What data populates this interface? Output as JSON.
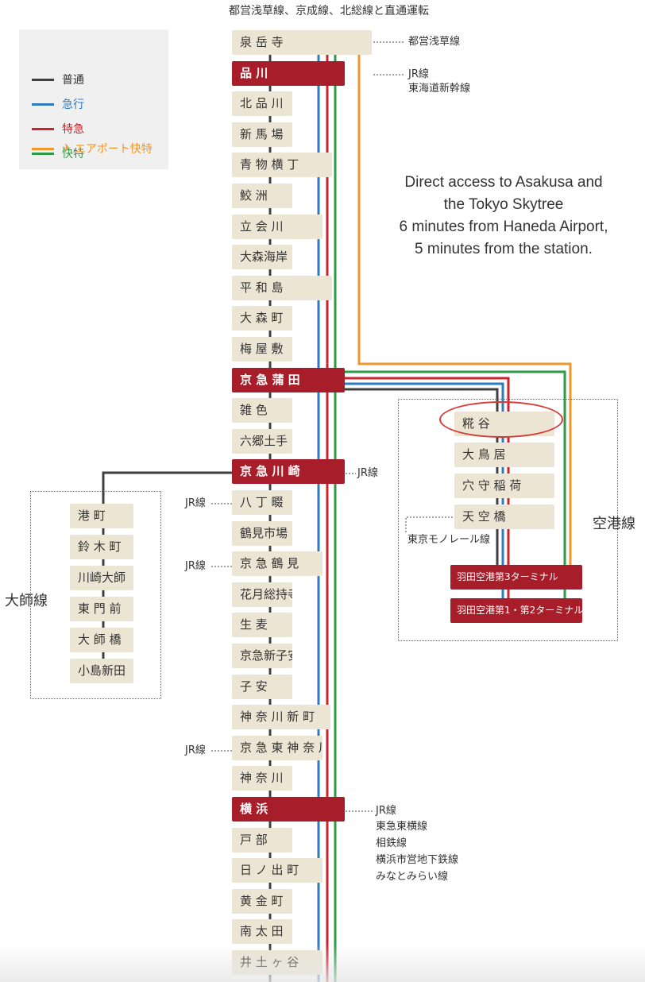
{
  "header": {
    "through_service": "都営浅草線、京成線、北総線と直通運転"
  },
  "legend": {
    "local": "普通",
    "express": "急行",
    "limited_express": "特急",
    "rapid_limited_express": "快特",
    "airport_rapid_limited_express": "エアポート快特",
    "airport_icon": "airplane-icon"
  },
  "colors": {
    "local": "#3f3f3f",
    "express": "#2e7bbf",
    "limited_express": "#c9242b",
    "rapid_limited_express": "#2e9a46",
    "airport_rapid_limited_express": "#f0962a",
    "major_station": "#a71e2a",
    "station": "#ece5d3"
  },
  "note": {
    "line1": "Direct access to Asakusa and",
    "line2": "the Tokyo Skytree",
    "line3": "6 minutes from Haneda Airport,",
    "line4": "5 minutes from the station."
  },
  "main_line": {
    "stations": [
      {
        "name": "泉 岳 寺",
        "major": false
      },
      {
        "name": "品 川",
        "major": true
      },
      {
        "name": "北 品 川",
        "major": false
      },
      {
        "name": "新 馬 場",
        "major": false
      },
      {
        "name": "青 物 横 丁",
        "major": false
      },
      {
        "name": "鮫 洲",
        "major": false
      },
      {
        "name": "立 会 川",
        "major": false
      },
      {
        "name": "大森海岸",
        "major": false
      },
      {
        "name": "平 和 島",
        "major": false
      },
      {
        "name": "大 森 町",
        "major": false
      },
      {
        "name": "梅 屋 敷",
        "major": false
      },
      {
        "name": "京 急 蒲 田",
        "major": true
      },
      {
        "name": "雑 色",
        "major": false
      },
      {
        "name": "六郷土手",
        "major": false
      },
      {
        "name": "京 急 川 崎",
        "major": true
      },
      {
        "name": "八 丁 畷",
        "major": false
      },
      {
        "name": "鶴見市場",
        "major": false
      },
      {
        "name": "京 急 鶴 見",
        "major": false
      },
      {
        "name": "花月総持寺",
        "major": false
      },
      {
        "name": "生 麦",
        "major": false
      },
      {
        "name": "京急新子安",
        "major": false
      },
      {
        "name": "子 安",
        "major": false
      },
      {
        "name": "神 奈 川 新 町",
        "major": false
      },
      {
        "name": "京 急 東 神 奈 川",
        "major": false
      },
      {
        "name": "神 奈 川",
        "major": false
      },
      {
        "name": "横 浜",
        "major": true
      },
      {
        "name": "戸 部",
        "major": false
      },
      {
        "name": "日 ノ 出 町",
        "major": false
      },
      {
        "name": "黄 金 町",
        "major": false
      },
      {
        "name": "南 太 田",
        "major": false
      },
      {
        "name": "井 土 ヶ 谷",
        "major": false
      }
    ]
  },
  "airport_line": {
    "name": "空港線",
    "stations": [
      {
        "name": "糀 谷",
        "type": "normal"
      },
      {
        "name": "大 鳥 居",
        "type": "normal"
      },
      {
        "name": "穴 守 稲 荷",
        "type": "normal"
      },
      {
        "name": "天 空 橋",
        "type": "normal"
      },
      {
        "name": "羽田空港第3ターミナル",
        "type": "terminal"
      },
      {
        "name": "羽田空港第1・第2ターミナル",
        "type": "terminal"
      }
    ],
    "monorail": "東京モノレール線"
  },
  "daishi_line": {
    "name": "大師線",
    "stations": [
      "港 町",
      "鈴 木 町",
      "川崎大師",
      "東 門 前",
      "大 師 橋",
      "小島新田"
    ]
  },
  "connections": {
    "sengakuji": "都営浅草線",
    "shinagawa_1": "JR線",
    "shinagawa_2": "東海道新幹線",
    "kawasaki": "JR線",
    "hatchonawate": "JR線",
    "tsurumi": "JR線",
    "higashikanagawa": "JR線",
    "yokohama_1": "JR線",
    "yokohama_2": "東急東横線",
    "yokohama_3": "相鉄線",
    "yokohama_4": "横浜市営地下鉄線",
    "yokohama_5": "みなとみらい線"
  }
}
